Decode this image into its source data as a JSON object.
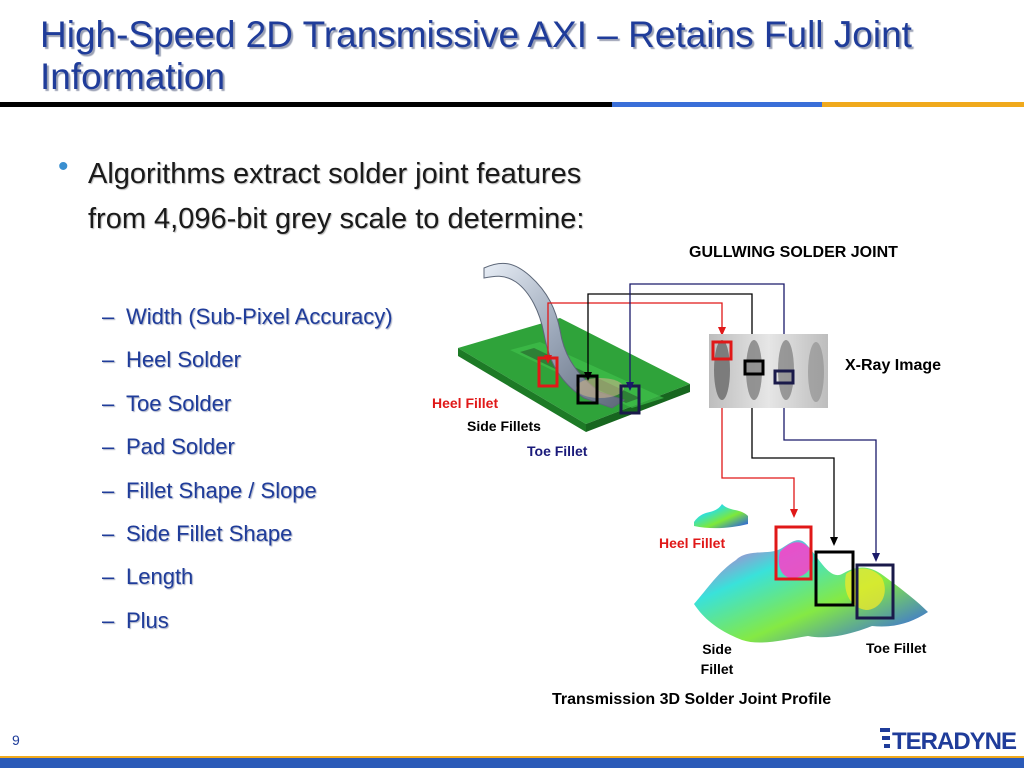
{
  "slide": {
    "title": "High-Speed 2D Transmissive AXI – Retains Full Joint Information",
    "bullet": "Algorithms extract solder joint features from 4,096-bit grey scale to determine:",
    "sub_bullets": [
      "Width (Sub-Pixel Accuracy)",
      "Heel Solder",
      "Toe Solder",
      "Pad Solder",
      "Fillet Shape / Slope",
      "Side Fillet Shape",
      "Length",
      "Plus"
    ],
    "page_number": "9"
  },
  "diagram": {
    "heading": "GULLWING SOLDER JOINT",
    "xray_label": "X-Ray Image",
    "heel_fillet_1": "Heel Fillet",
    "side_fillets": "Side Fillets",
    "toe_fillet_1": "Toe Fillet",
    "heel_fillet_2": "Heel Fillet",
    "side_fillet_line1": "Side",
    "side_fillet_line2": "Fillet",
    "toe_fillet_2": "Toe Fillet",
    "profile_caption": "Transmission 3D Solder Joint Profile"
  },
  "brand": {
    "logo_text": "TERADYNE",
    "colors": {
      "title_blue": "#1f3c9a",
      "accent_blue": "#3a6fd8",
      "accent_gold": "#f0a91c",
      "heel_red": "#e01818",
      "toe_navy": "#1a1a7a",
      "pcb_green": "#2fa33a"
    }
  }
}
